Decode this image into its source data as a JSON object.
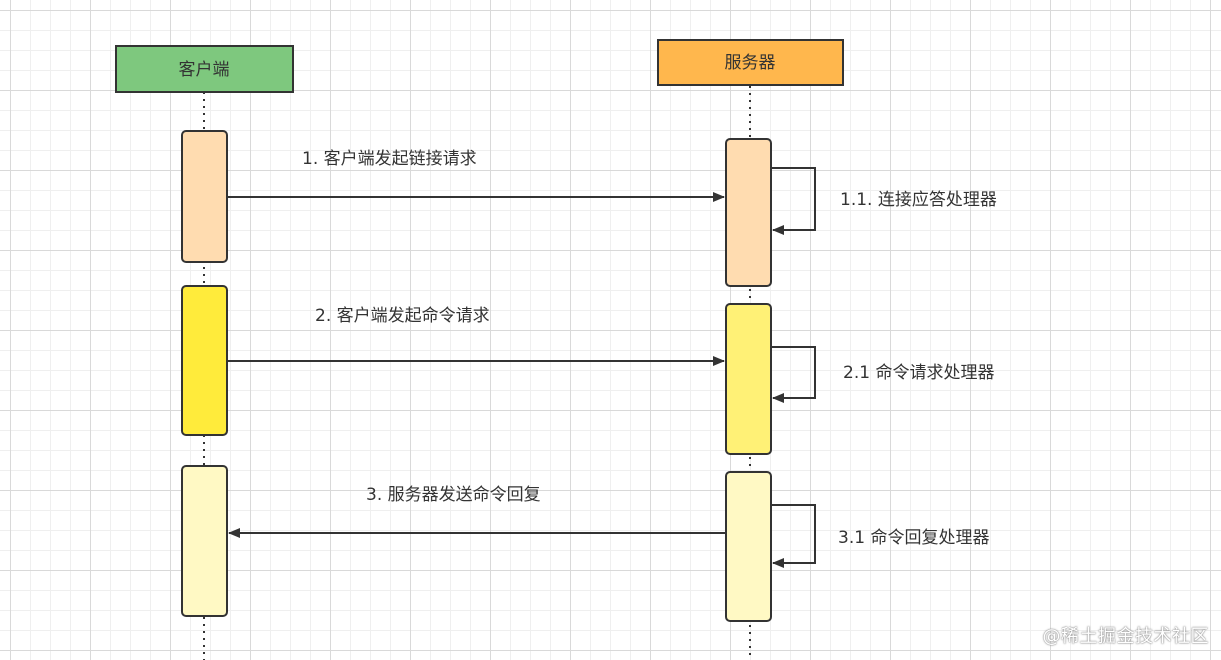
{
  "actors": {
    "client": {
      "label": "客户端",
      "fill": "#7ec87e"
    },
    "server": {
      "label": "服务器",
      "fill": "#ffb74d"
    }
  },
  "messages": [
    {
      "label": "1. 客户端发起链接请求",
      "direction": "client-to-server"
    },
    {
      "label": "2. 客户端发起命令请求",
      "direction": "client-to-server"
    },
    {
      "label": "3. 服务器发送命令回复",
      "direction": "server-to-client"
    }
  ],
  "self_calls": [
    {
      "label": "1.1. 连接应答处理器"
    },
    {
      "label": "2.1 命令请求处理器"
    },
    {
      "label": "3.1 命令回复处理器"
    }
  ],
  "activation_colors": {
    "group1": "#ffdcb0",
    "group2_client": "#ffeb3b",
    "group2_server": "#fff176",
    "group3": "#fff9c4"
  },
  "watermark": "@稀土掘金技术社区"
}
